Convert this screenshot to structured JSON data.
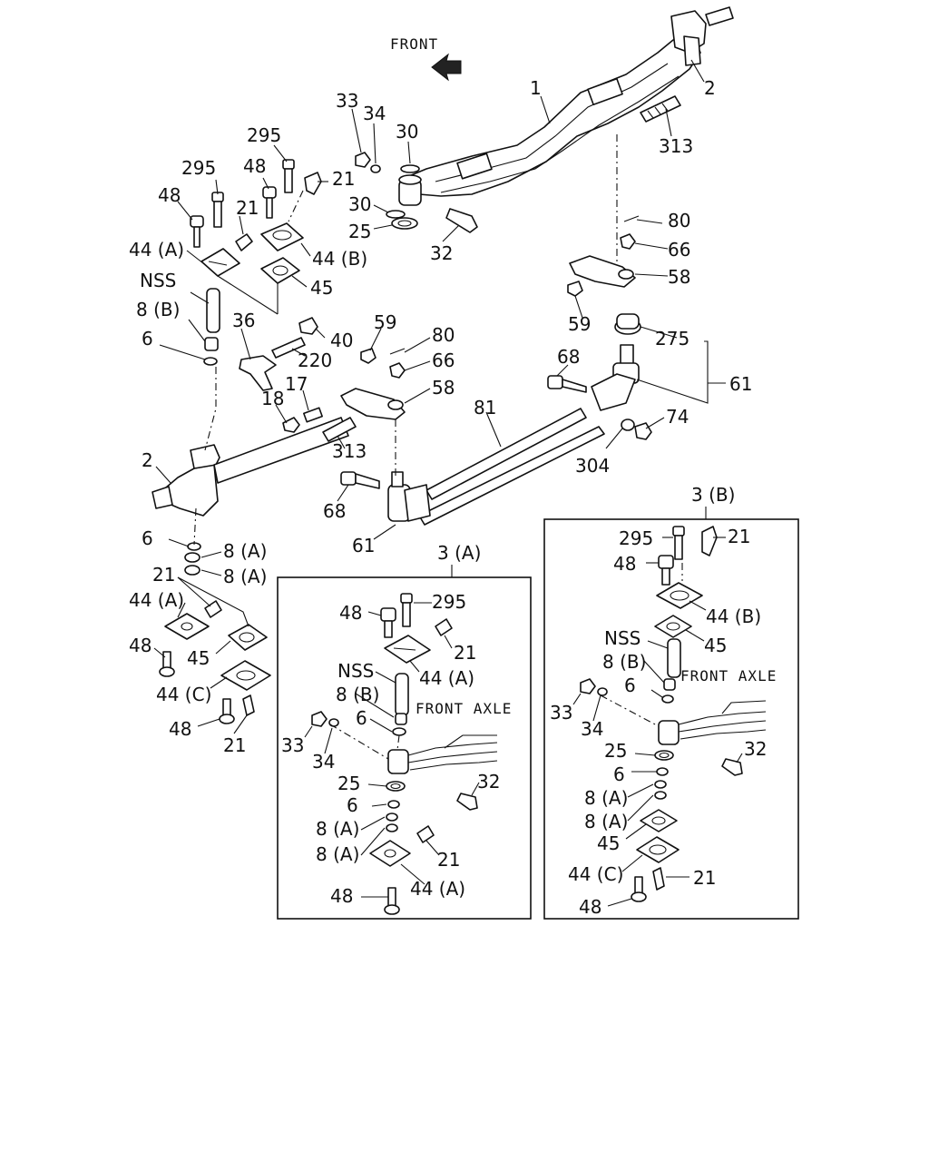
{
  "direction_label": "FRONT",
  "main_labels": {
    "l1": "1",
    "l2_top": "2",
    "l313_top": "313",
    "l33": "33",
    "l34": "34",
    "l30a": "30",
    "l30b": "30",
    "l25": "25",
    "l32": "32",
    "l295a": "295",
    "l295b": "295",
    "l48a": "48",
    "l48b": "48",
    "l21a": "21",
    "l21b": "21",
    "l44a": "44 (A)",
    "l44b": "44 (B)",
    "l45": "45",
    "lnss": "NSS",
    "l8b": "8 (B)",
    "l6a": "6",
    "l36": "36",
    "l40": "40",
    "l220": "220",
    "l59a": "59",
    "l80a": "80",
    "l66a": "66",
    "l58a": "58",
    "l18": "18",
    "l17": "17",
    "l313b": "313",
    "l2b": "2",
    "l81": "81",
    "l68a": "68",
    "l61a": "61",
    "l80b": "80",
    "l66b": "66",
    "l58b": "58",
    "l59b": "59",
    "l275": "275",
    "l68b": "68",
    "l61b": "61",
    "l74": "74",
    "l304": "304",
    "l6b": "6",
    "l8a1": "8 (A)",
    "l8a2": "8 (A)",
    "l21c": "21",
    "l44a2": "44 (A)",
    "l48c": "48",
    "l45b": "45",
    "l44c": "44 (C)",
    "l48d": "48",
    "l21d": "21"
  },
  "inset_a": {
    "title": "3 (A)",
    "axle_label": "FRONT  AXLE",
    "labels": {
      "l48a": "48",
      "l295": "295",
      "l21a": "21",
      "l44a": "44 (A)",
      "lnss": "NSS",
      "l8b": "8 (B)",
      "l6a": "6",
      "l33": "33",
      "l34": "34",
      "l25": "25",
      "l32": "32",
      "l6b": "6",
      "l8a1": "8 (A)",
      "l8a2": "8 (A)",
      "l21b": "21",
      "l48b": "48",
      "l44a2": "44 (A)"
    }
  },
  "inset_b": {
    "title": "3 (B)",
    "axle_label": "FRONT  AXLE",
    "labels": {
      "l295": "295",
      "l21a": "21",
      "l48a": "48",
      "l44b": "44 (B)",
      "lnss": "NSS",
      "l45a": "45",
      "l8b": "8 (B)",
      "l6a": "6",
      "l33": "33",
      "l34": "34",
      "l25": "25",
      "l32": "32",
      "l6b": "6",
      "l8a1": "8 (A)",
      "l8a2": "8 (A)",
      "l45b": "45",
      "l44c": "44 (C)",
      "l21b": "21",
      "l48b": "48"
    }
  }
}
